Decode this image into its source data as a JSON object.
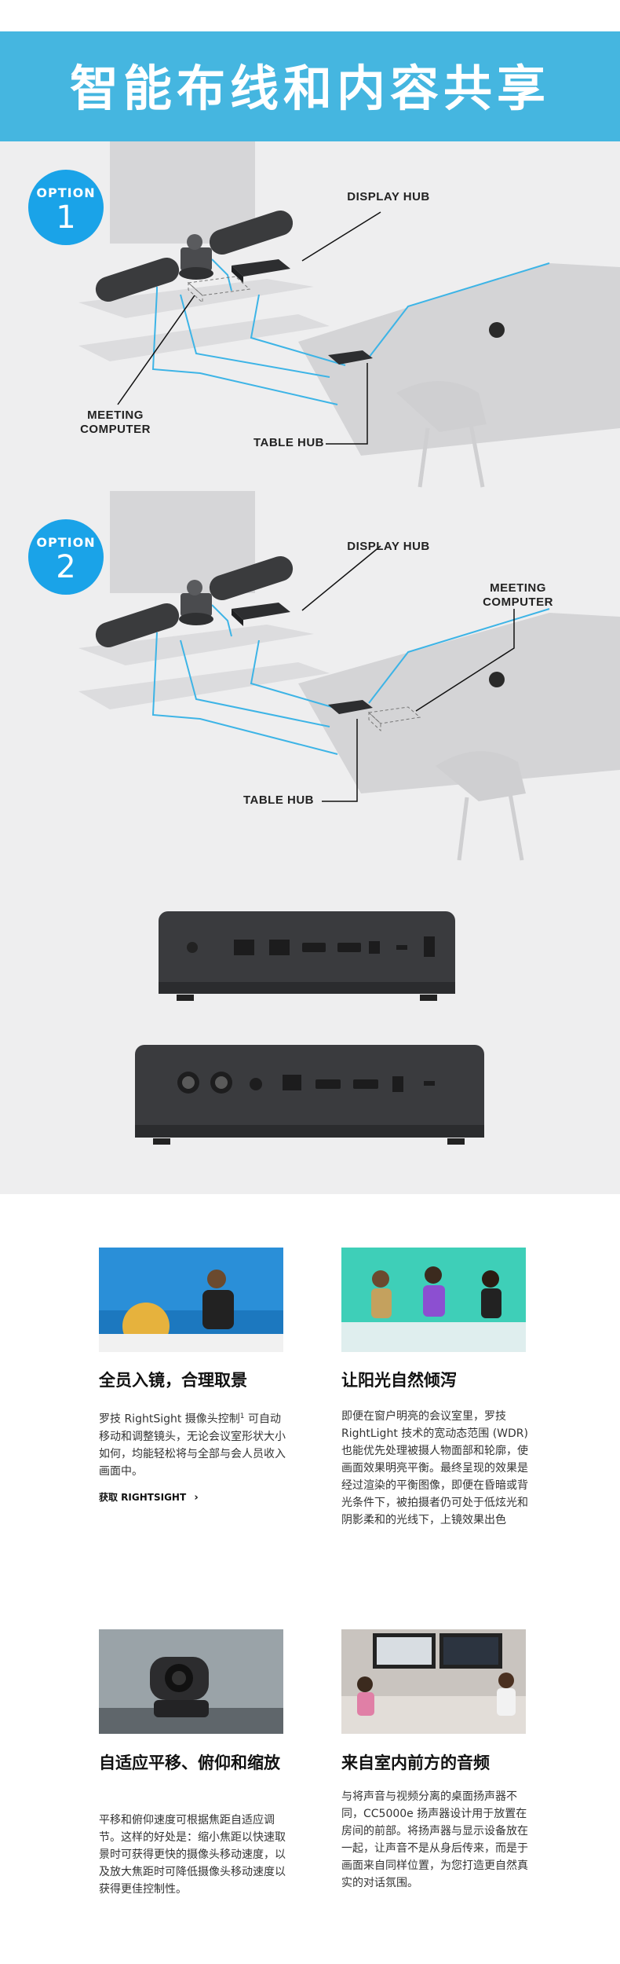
{
  "banner": {
    "title": "智能布线和内容共享"
  },
  "options": [
    {
      "word": "OPTION",
      "number": "1",
      "labels": {
        "display_hub": "DISPLAY HUB",
        "meeting_computer": "MEETING\nCOMPUTER",
        "table_hub": "TABLE HUB"
      }
    },
    {
      "word": "OPTION",
      "number": "2",
      "labels": {
        "display_hub": "DISPLAY HUB",
        "meeting_computer": "MEETING\nCOMPUTER",
        "table_hub": "TABLE HUB"
      }
    }
  ],
  "features": [
    {
      "title": "全员入镜，合理取景",
      "text_a": "罗技 RightSight 摄像头控制",
      "sup": "1",
      "text_b": " 可自动移动和调整镜头，无论会议室形状大小如何，均能轻松将与全部与会人员收入画面中。",
      "link": "获取 RIGHTSIGHT",
      "link_icon": "chevron-right-icon"
    },
    {
      "title": "让阳光自然倾泻",
      "text": "即便在窗户明亮的会议室里，罗技 RightLight 技术的宽动态范围 (WDR) 也能优先处理被摄人物面部和轮廓，使画面效果明亮平衡。最终呈现的效果是经过渲染的平衡图像，即便在昏暗或背光条件下，被拍摄者仍可处于低炫光和阴影柔和的光线下，上镜效果出色"
    },
    {
      "title": "自适应平移、俯仰和缩放",
      "text": "平移和俯仰速度可根据焦距自适应调节。这样的好处是：缩小焦距以快速取景时可获得更快的摄像头移动速度，以及放大焦距时可降低摄像头移动速度以获得更佳控制性。"
    },
    {
      "title": "来自室内前方的音频",
      "text": "与将声音与视频分离的桌面扬声器不同，CC5000e 扬声器设计用于放置在房间的前部。将扬声器与显示设备放在一起，让声音不是从身后传来，而是于画面来自同样位置，为您打造更自然真实的对话氛围。"
    }
  ],
  "colors": {
    "accent": "#45b6e0",
    "option_badge": "#1aa3e8",
    "cable": "#3db4e6",
    "panel_bg": "#eeeeef"
  }
}
